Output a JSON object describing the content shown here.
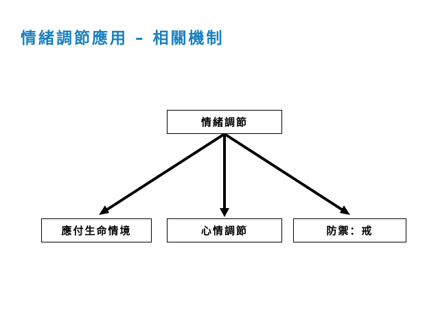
{
  "title": "情緒調節應用 – 相關機制",
  "diagram": {
    "root": {
      "label": "情緒調節"
    },
    "children": [
      {
        "label": "應付生命情境"
      },
      {
        "label": "心情調節"
      },
      {
        "label": "防禦：戒"
      }
    ]
  },
  "colors": {
    "title": "#1a80c0",
    "node_border": "#000000",
    "arrow": "#000000",
    "background": "#ffffff"
  }
}
